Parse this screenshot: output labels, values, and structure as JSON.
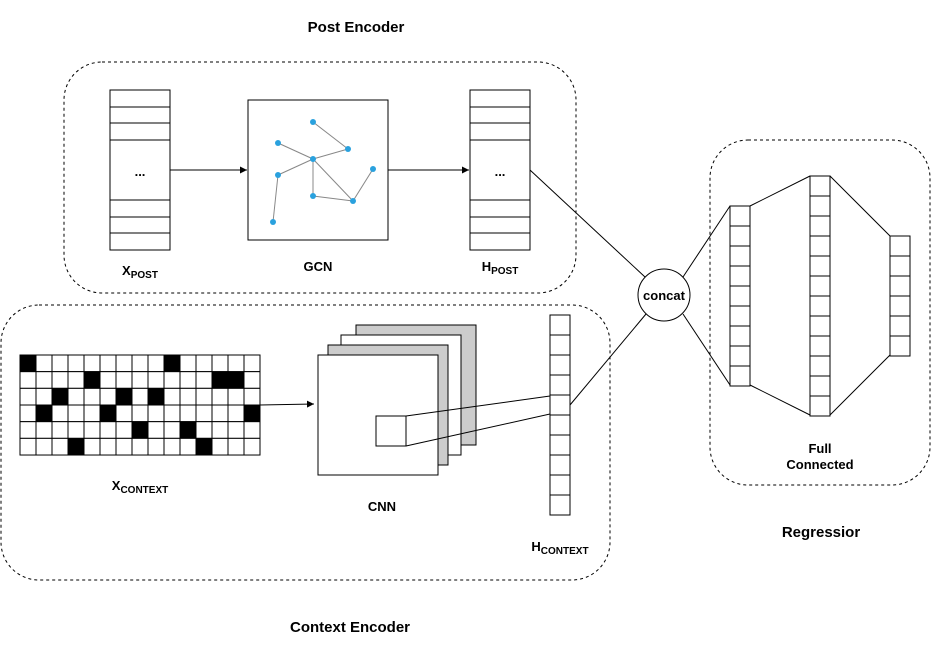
{
  "titles": {
    "post_encoder": "Post Encoder",
    "context_encoder": "Context Encoder",
    "regressor": "Regressior"
  },
  "labels": {
    "x_post_main": "X",
    "x_post_sub": "POST",
    "gcn": "GCN",
    "h_post_main": "H",
    "h_post_sub": "POST",
    "x_context_main": "X",
    "x_context_sub": "CONTEXT",
    "cnn": "CNN",
    "h_context_main": "H",
    "h_context_sub": "CONTEXT",
    "concat": "concat",
    "full_line1": "Full",
    "full_line2": "Connected",
    "ellipsis_in": "...",
    "ellipsis_out": "..."
  },
  "context_grid": {
    "rows": 6,
    "cols": 15,
    "black_cells": [
      [
        0,
        0
      ],
      [
        0,
        9
      ],
      [
        1,
        4
      ],
      [
        1,
        12
      ],
      [
        1,
        13
      ],
      [
        2,
        2
      ],
      [
        2,
        6
      ],
      [
        2,
        8
      ],
      [
        3,
        1
      ],
      [
        3,
        5
      ],
      [
        3,
        14
      ],
      [
        4,
        7
      ],
      [
        4,
        10
      ],
      [
        5,
        3
      ],
      [
        5,
        11
      ]
    ]
  },
  "colors": {
    "stroke": "#000000",
    "node": "#2aa1de",
    "layer_gray": "#cccccc",
    "graph_edge": "#888888"
  }
}
